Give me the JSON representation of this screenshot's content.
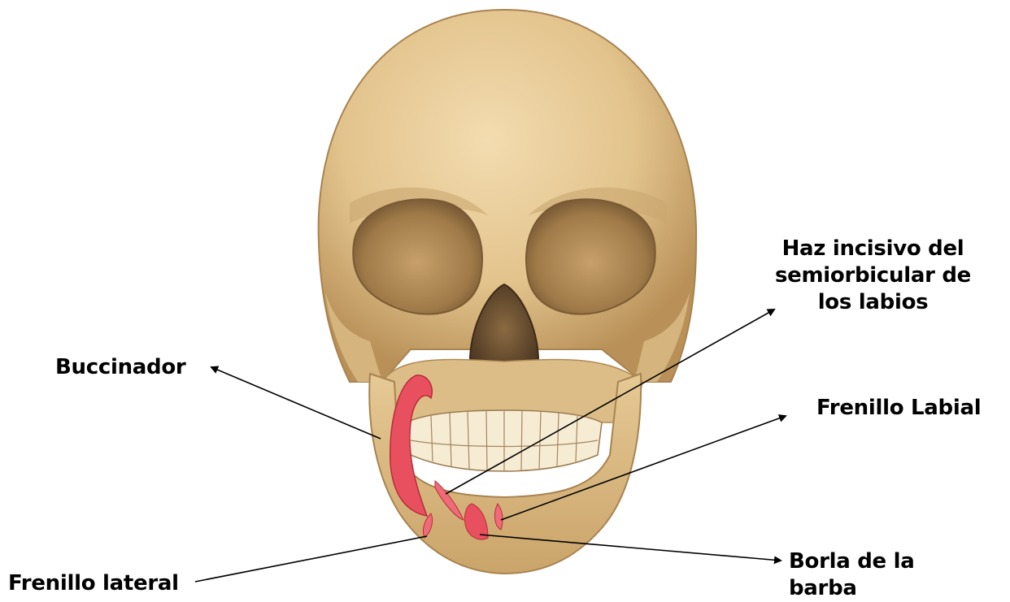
{
  "labels": {
    "haz_incisivo": "Haz incisivo del semiorbicular de los labios",
    "buccinador": "Buccinador",
    "frenillo_labial": "Frenillo Labial",
    "frenillo_lateral": "Frenillo lateral",
    "borla": "Borla de la barba"
  },
  "colors": {
    "bone": "#e4c894",
    "bone_shadow": "#b48c54",
    "muscle": "#e8505f",
    "leader_line": "#000000"
  }
}
